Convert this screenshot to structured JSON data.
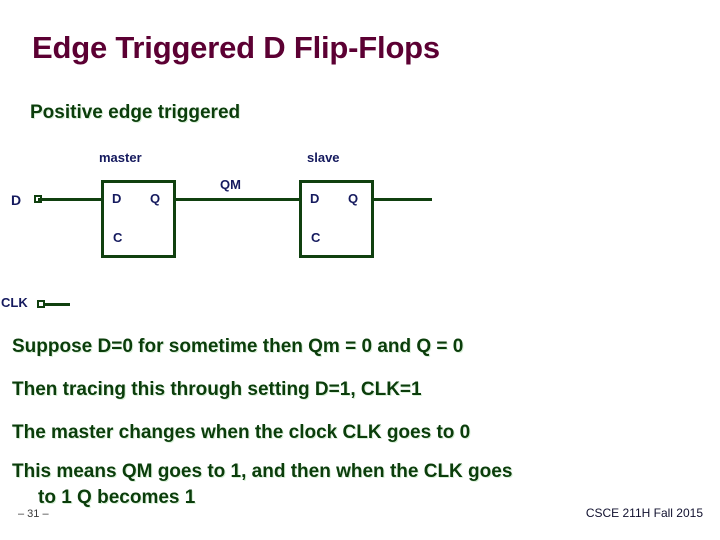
{
  "slide": {
    "title": "Edge Triggered D Flip-Flops",
    "subtitle": "Positive edge triggered",
    "colors": {
      "title": "#5c0033",
      "body_green": "#0b3d0b",
      "diagram_navy": "#151a5e",
      "wire_green": "#10400f",
      "background": "#ffffff"
    }
  },
  "diagram": {
    "master_label": "master",
    "slave_label": "slave",
    "qm_label": "QM",
    "input_d_label": "D",
    "input_clk_label": "CLK",
    "master_pins": {
      "d": "D",
      "q": "Q",
      "c": "C"
    },
    "slave_pins": {
      "d": "D",
      "q": "Q",
      "c": "C"
    }
  },
  "body": {
    "lines": [
      "Suppose D=0 for sometime then Qm = 0 and Q = 0",
      "Then tracing this through setting D=1, CLK=1",
      "The master changes when the clock CLK goes to 0",
      "This means QM goes to 1, and then when the CLK goes",
      "to 1 Q becomes 1"
    ]
  },
  "footer": {
    "page_number": "– 31 –",
    "course": "CSCE 211H Fall 2015"
  }
}
